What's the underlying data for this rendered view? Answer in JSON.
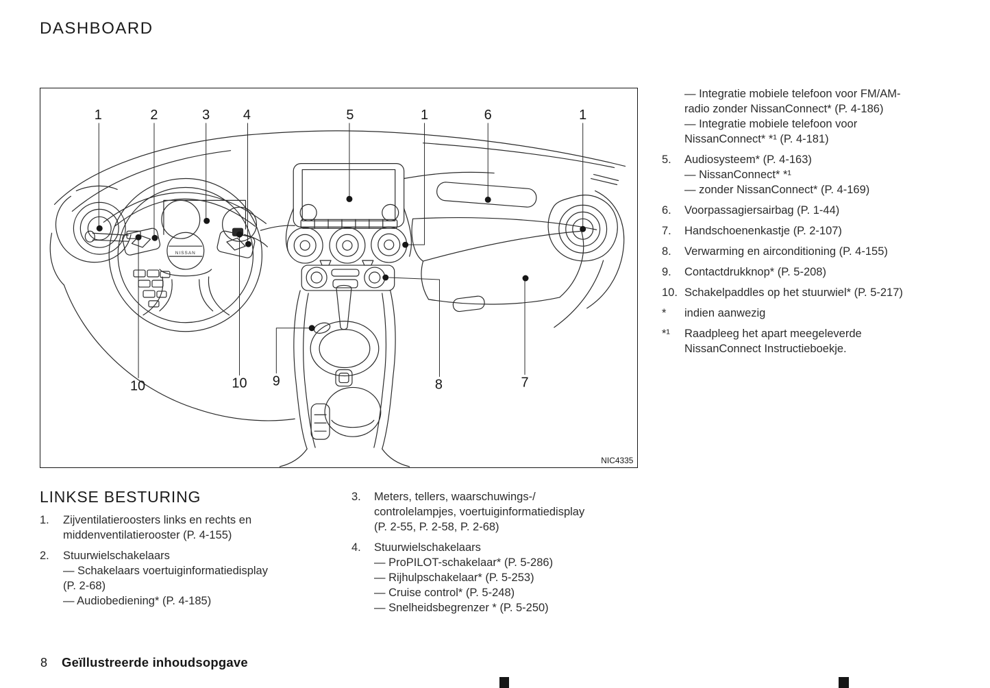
{
  "page": {
    "title": "DASHBOARD"
  },
  "diagram": {
    "figure_code": "NIC4335",
    "badge_text": "NISSAN",
    "callouts_top": [
      "1",
      "2",
      "3",
      "4",
      "5",
      "1",
      "6",
      "1"
    ],
    "callouts_bottom": [
      "10",
      "10",
      "9",
      "8",
      "7"
    ]
  },
  "right_column": {
    "items": [
      {
        "num": "",
        "lines": [
          "— Integratie mobiele telefoon voor FM/AM-",
          "radio zonder NissanConnect* (P. 4-186)",
          "— Integratie mobiele telefoon voor",
          "NissanConnect* *¹ (P. 4-181)"
        ]
      },
      {
        "num": "5.",
        "lines": [
          "Audiosysteem* (P. 4-163)",
          "— NissanConnect* *¹",
          "— zonder NissanConnect* (P. 4-169)"
        ]
      },
      {
        "num": "6.",
        "lines": [
          "Voorpassagiersairbag (P. 1-44)"
        ]
      },
      {
        "num": "7.",
        "lines": [
          "Handschoenenkastje (P. 2-107)"
        ]
      },
      {
        "num": "8.",
        "lines": [
          "Verwarming en airconditioning (P. 4-155)"
        ]
      },
      {
        "num": "9.",
        "lines": [
          "Contactdrukknop* (P. 5-208)"
        ]
      },
      {
        "num": "10.",
        "lines": [
          "Schakelpaddles op het stuurwiel* (P. 5-217)"
        ]
      },
      {
        "num": "*",
        "lines": [
          "indien aanwezig"
        ]
      },
      {
        "num": "*¹",
        "lines": [
          "Raadpleeg het apart meegeleverde",
          "NissanConnect Instructieboekje."
        ]
      }
    ]
  },
  "section": {
    "heading": "LINKSE BESTURING",
    "left_items": [
      {
        "num": "1.",
        "lines": [
          "Zijventilatieroosters links en rechts en",
          "middenventilatierooster (P. 4-155)"
        ]
      },
      {
        "num": "2.",
        "lines": [
          "Stuurwielschakelaars",
          "— Schakelaars voertuiginformatiedisplay",
          "(P. 2-68)",
          "— Audiobediening* (P. 4-185)"
        ]
      }
    ],
    "middle_items": [
      {
        "num": "3.",
        "lines": [
          "Meters, tellers, waarschuwings-/",
          "controlelampjes, voertuiginformatiedisplay",
          "(P. 2-55, P. 2-58, P. 2-68)"
        ]
      },
      {
        "num": "4.",
        "lines": [
          "Stuurwielschakelaars",
          "— ProPILOT-schakelaar* (P. 5-286)",
          "— Rijhulpschakelaar* (P. 5-253)",
          "— Cruise control* (P. 5-248)",
          "— Snelheidsbegrenzer * (P. 5-250)"
        ]
      }
    ]
  },
  "footer": {
    "page_number": "8",
    "book_title": "Geïllustreerde inhoudsopgave"
  }
}
